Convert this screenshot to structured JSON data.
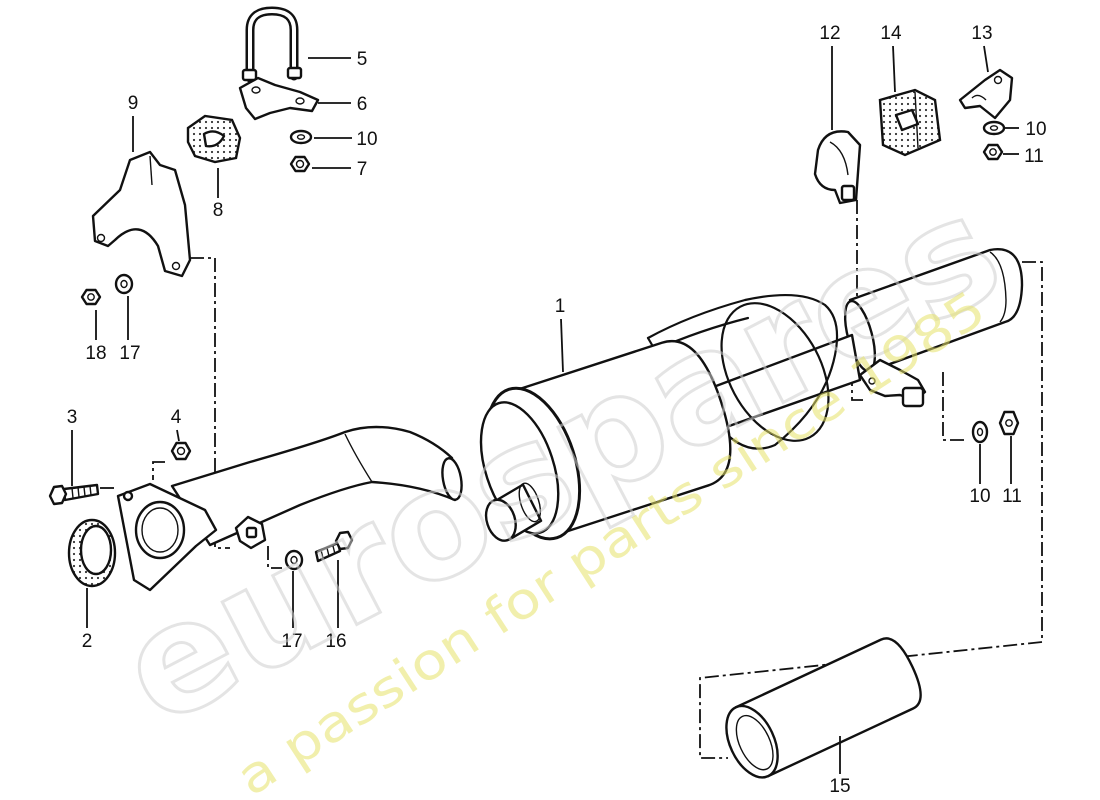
{
  "labels": [
    "5",
    "6",
    "10",
    "7",
    "8",
    "9",
    "18",
    "17",
    "3",
    "4",
    "2",
    "17",
    "16",
    "1",
    "12",
    "14",
    "13",
    "10",
    "11",
    "10",
    "11",
    "15"
  ],
  "watermark": {
    "brand": "eurospares",
    "tagline": "a passion for parts since 1985"
  }
}
